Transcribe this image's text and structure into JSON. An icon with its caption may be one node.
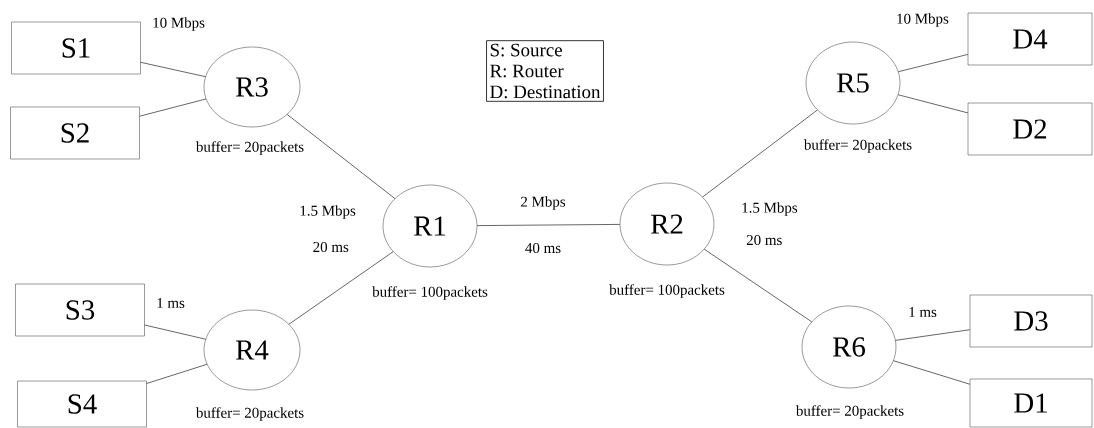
{
  "diagram": {
    "nodes": [
      {
        "text": [
          "S1"
        ]
      },
      {
        "text": [
          "S2"
        ]
      },
      {
        "text": [
          "R3"
        ],
        "beside": [
          "buffer= 20packets"
        ]
      },
      {
        "text": [
          "S3"
        ]
      },
      {
        "text": [
          "S4"
        ]
      },
      {
        "text": [
          "R4"
        ],
        "beside": [
          "buffer= 20packets"
        ]
      },
      {
        "text": [
          "R1"
        ],
        "beside": [
          "buffer= 100packets"
        ]
      },
      {
        "text": [
          "S: Source",
          "R: Router",
          "D: Destination"
        ]
      },
      {
        "text": [
          "R2"
        ],
        "beside": [
          "buffer= 100packets"
        ]
      },
      {
        "text": [
          "R5"
        ],
        "beside": [
          "buffer= 20packets"
        ]
      },
      {
        "text": [
          "D4"
        ]
      },
      {
        "text": [
          "D2"
        ]
      },
      {
        "text": [
          "R6"
        ],
        "beside": [
          "buffer= 20packets"
        ]
      },
      {
        "text": [
          "D3"
        ]
      },
      {
        "text": [
          "D1"
        ]
      }
    ],
    "edges": [
      {
        "from": 0,
        "to": 2,
        "arrow": "none"
      },
      {
        "from": 1,
        "to": 2,
        "arrow": "none"
      },
      {
        "from": 2,
        "to": 6,
        "arrow": "none"
      },
      {
        "from": 3,
        "to": 5,
        "arrow": "none"
      },
      {
        "from": 4,
        "to": 5,
        "arrow": "none"
      },
      {
        "from": 5,
        "to": 6,
        "arrow": "none"
      },
      {
        "from": 6,
        "to": 8,
        "arrow": "none"
      },
      {
        "from": 8,
        "to": 9,
        "arrow": "none"
      },
      {
        "from": 8,
        "to": 12,
        "arrow": "none"
      },
      {
        "from": 9,
        "to": 10,
        "arrow": "none"
      },
      {
        "from": 9,
        "to": 11,
        "arrow": "none"
      },
      {
        "from": 12,
        "to": 13,
        "arrow": "none"
      },
      {
        "from": 12,
        "to": 14,
        "arrow": "none"
      }
    ],
    "labels": [
      "10 Mbps",
      "10 Mbps",
      "2 Mbps",
      "1.5 Mbps",
      "1.5 Mbps",
      "20 ms",
      "20 ms",
      "40 ms",
      "1 ms",
      "1 ms"
    ]
  }
}
